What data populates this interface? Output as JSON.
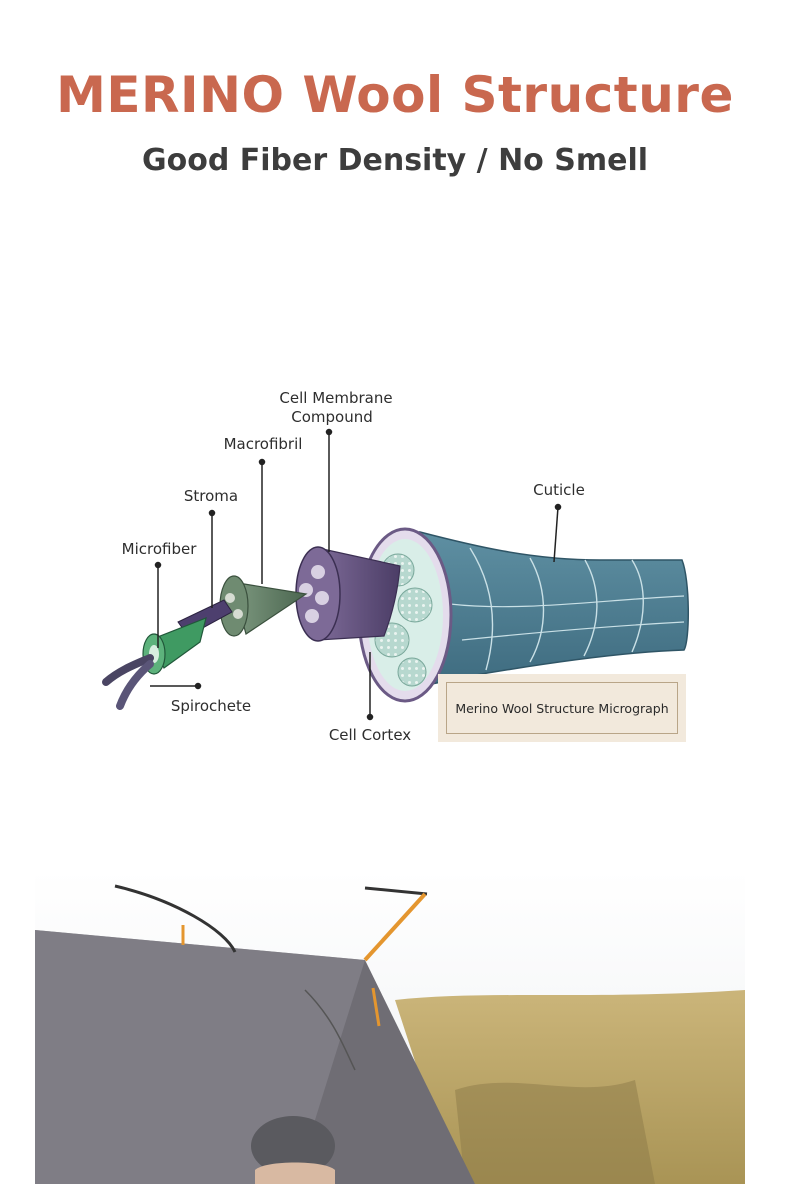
{
  "header": {
    "title": "MERINO Wool Structure",
    "subtitle": "Good Fiber Density / No Smell"
  },
  "diagram": {
    "labels": {
      "cell_membrane_line1": "Cell Membrane",
      "cell_membrane_line2": "Compound",
      "macrofibril": "Macrofibril",
      "stroma": "Stroma",
      "microfiber": "Microfiber",
      "spirochete": "Spirochete",
      "cell_cortex": "Cell Cortex",
      "cuticle": "Cuticle"
    },
    "caption": "Merino Wool Structure Micrograph"
  },
  "photo": {
    "subject": "tent-with-person-outdoors"
  },
  "colors": {
    "title": "#c9684f",
    "subtitle": "#3d3d3d",
    "cuticle": "#4f7f92",
    "cortex": "#a7cfc4",
    "membrane": "#6b5a85",
    "macrofibril": "#5f7a60",
    "stroma": "#4d3f6e",
    "microfiber": "#3f9a62",
    "spirochete": "#4a4563"
  }
}
